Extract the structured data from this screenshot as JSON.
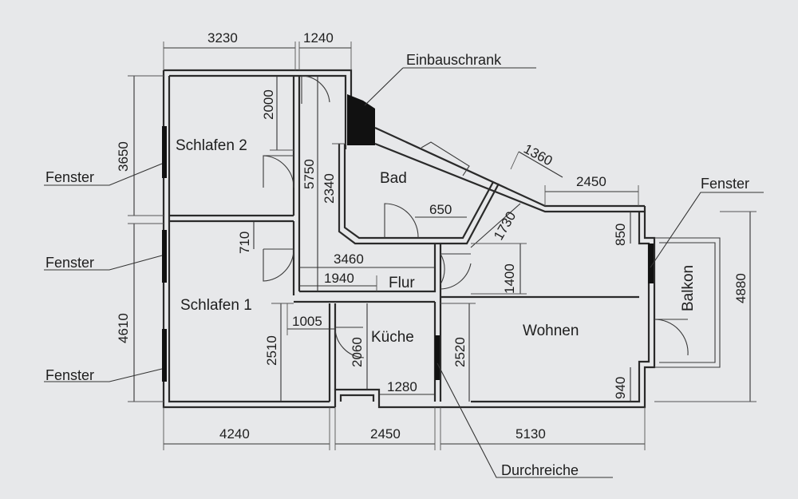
{
  "rooms": {
    "schlafen2": "Schlafen 2",
    "schlafen1": "Schlafen 1",
    "bad": "Bad",
    "flur": "Flur",
    "kueche": "Küche",
    "wohnen": "Wohnen",
    "balkon": "Balkon"
  },
  "callouts": {
    "fenster_top_left": "Fenster",
    "fenster_mid_left": "Fenster",
    "fenster_bottom_left": "Fenster",
    "fenster_right": "Fenster",
    "einbauschrank": "Einbauschrank",
    "durchreiche": "Durchreiche"
  },
  "dimensions": {
    "top_3230": "3230",
    "top_1240": "1240",
    "left_3650": "3650",
    "left_4610": "4610",
    "s2_2000": "2000",
    "hall_5750": "5750",
    "bad_2340": "2340",
    "diag_1360": "1360",
    "top_2450": "2450",
    "bad_650": "650",
    "diag_1730": "1730",
    "s1_710": "710",
    "flur_3460": "3460",
    "flur_1940": "1940",
    "flur_1400": "1400",
    "wohnen_850": "850",
    "right_4880": "4880",
    "s1_1005": "1005",
    "s1_2510": "2510",
    "kueche_2060": "2060",
    "kueche_1280": "1280",
    "wohnen_2520": "2520",
    "wohnen_940": "940",
    "bottom_4240": "4240",
    "bottom_2450": "2450",
    "bottom_5130": "5130"
  }
}
